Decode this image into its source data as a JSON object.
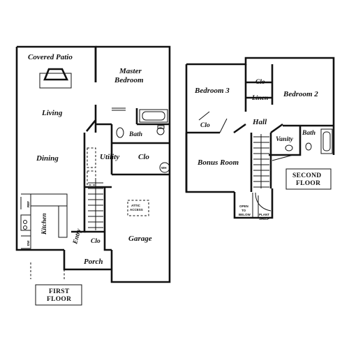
{
  "first_floor": {
    "rooms": {
      "covered_patio": "Covered Patio",
      "master_bedroom": [
        "Master",
        "Bedroom"
      ],
      "living": "Living",
      "dining": "Dining",
      "bath": "Bath",
      "utility": "Utility",
      "closet": "Clo",
      "wh": "WH",
      "kitchen": "Kitchen",
      "attic_access": [
        "ATTIC",
        "ACCESS"
      ],
      "garage": "Garage",
      "entry": "Entry",
      "entry_closet": "Clo",
      "porch": "Porch",
      "dw": "DW",
      "ref": "REF"
    },
    "label": [
      "FIRST",
      "FLOOR"
    ]
  },
  "second_floor": {
    "rooms": {
      "closet_top": "Clo",
      "bedroom_3": "Bedroom 3",
      "bedroom_2": "Bedroom 2",
      "linen": "Linen",
      "closet_left": "Clo",
      "hall": "Hall",
      "bath": "Bath",
      "vanity": "Vanity",
      "bonus_room": "Bonus Room",
      "open_to_below": [
        "OPEN",
        "TO",
        "BELOW"
      ],
      "plant_shelf": [
        "PLANT",
        "SHELF"
      ]
    },
    "label": [
      "SECOND",
      "FLOOR"
    ]
  }
}
